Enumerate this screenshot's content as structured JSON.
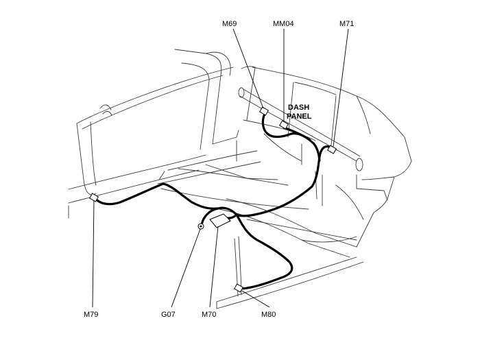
{
  "labels": {
    "m69": "M69",
    "mm04": "MM04",
    "m71": "M71",
    "dash_panel_line1": "DASH",
    "dash_panel_line2": "PANEL",
    "m79": "M79",
    "g07": "G07",
    "m70": "M70",
    "m80": "M80"
  },
  "colors": {
    "harness": "#000000",
    "outline": "#3a3a3a",
    "background": "#ffffff"
  }
}
